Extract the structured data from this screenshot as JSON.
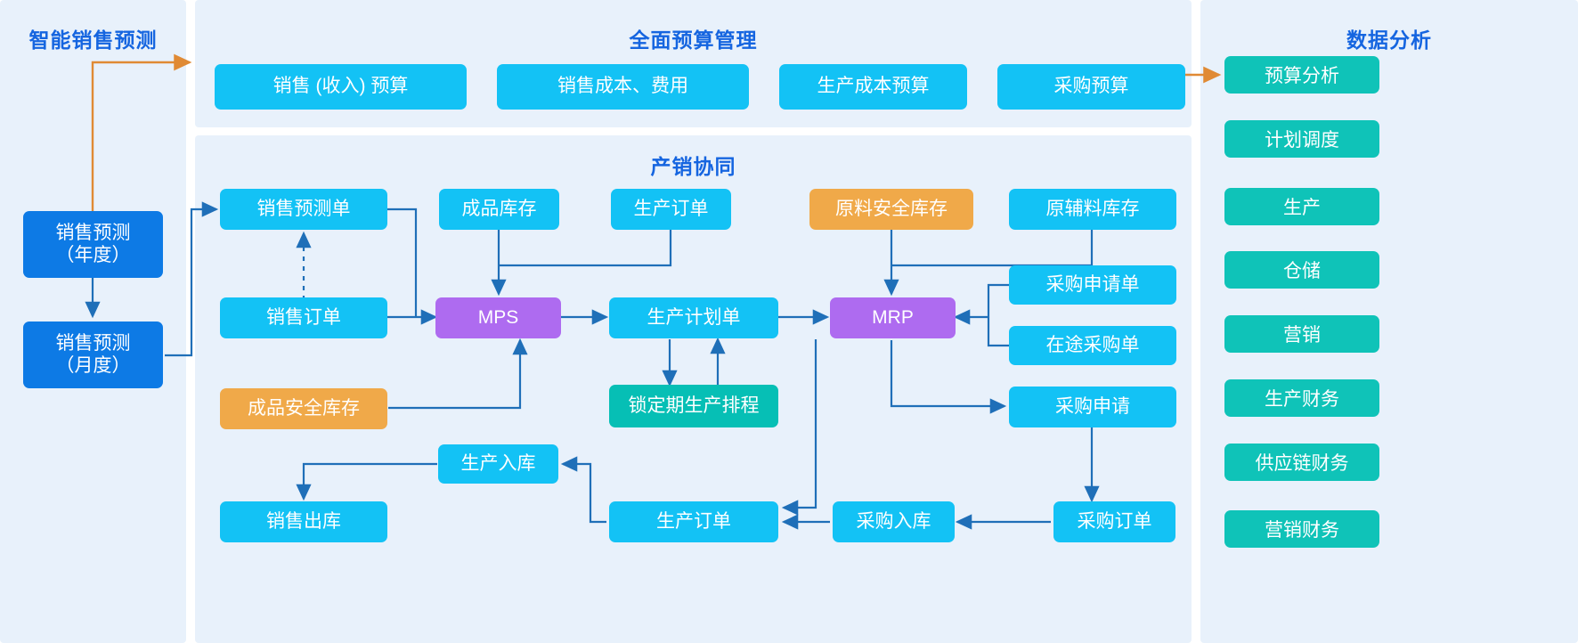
{
  "panels": {
    "forecast": {
      "title": "智能销售预测"
    },
    "budget": {
      "title": "全面预算管理"
    },
    "coordination": {
      "title": "产销协同"
    },
    "analysis": {
      "title": "数据分析"
    }
  },
  "colors": {
    "panel_bg": "#e8f1fb",
    "page_bg": "#ffffff",
    "title_blue": "#1565e0",
    "node_cyan": "#13c2f5",
    "node_blue": "#0d7ae5",
    "node_purple": "#ae6bf0",
    "node_orange": "#f0a949",
    "node_teal": "#0fc3b8",
    "wire_blue": "#1f6fb8",
    "wire_orange": "#e08a34"
  },
  "forecast_nodes": [
    {
      "id": "sf-year",
      "label": "销售预测\n（年度）"
    },
    {
      "id": "sf-month",
      "label": "销售预测\n（月度）"
    }
  ],
  "budget_nodes": [
    {
      "id": "bg-1",
      "label": "销售 (收入) 预算"
    },
    {
      "id": "bg-2",
      "label": "销售成本、费用"
    },
    {
      "id": "bg-3",
      "label": "生产成本预算"
    },
    {
      "id": "bg-4",
      "label": "采购预算"
    }
  ],
  "coordination_nodes": [
    {
      "id": "c-forecast-order",
      "label": "销售预测单"
    },
    {
      "id": "c-fg-stock",
      "label": "成品库存"
    },
    {
      "id": "c-prod-order-top",
      "label": "生产订单"
    },
    {
      "id": "c-raw-safe-stock",
      "label": "原料安全库存"
    },
    {
      "id": "c-raw-stock",
      "label": "原辅料库存"
    },
    {
      "id": "c-sales-order",
      "label": "销售订单"
    },
    {
      "id": "c-mps",
      "label": "MPS"
    },
    {
      "id": "c-prod-plan",
      "label": "生产计划单"
    },
    {
      "id": "c-mrp",
      "label": "MRP"
    },
    {
      "id": "c-purch-req-form",
      "label": "采购申请单"
    },
    {
      "id": "c-purch-intransit",
      "label": "在途采购单"
    },
    {
      "id": "c-fg-safe-stock",
      "label": "成品安全库存"
    },
    {
      "id": "c-lock-schedule",
      "label": "锁定期生产排程"
    },
    {
      "id": "c-purch-request",
      "label": "采购申请"
    },
    {
      "id": "c-prod-inbound",
      "label": "生产入库"
    },
    {
      "id": "c-sales-outbound",
      "label": "销售出库"
    },
    {
      "id": "c-prod-order-bot",
      "label": "生产订单"
    },
    {
      "id": "c-purch-inbound",
      "label": "采购入库"
    },
    {
      "id": "c-purch-order",
      "label": "采购订单"
    }
  ],
  "analysis_chips": [
    {
      "id": "an-1",
      "label": "预算分析"
    },
    {
      "id": "an-2",
      "label": "计划调度"
    },
    {
      "id": "an-3",
      "label": "生产"
    },
    {
      "id": "an-4",
      "label": "仓储"
    },
    {
      "id": "an-5",
      "label": "营销"
    },
    {
      "id": "an-6",
      "label": "生产财务"
    },
    {
      "id": "an-7",
      "label": "供应链财务"
    },
    {
      "id": "an-8",
      "label": "营销财务"
    }
  ]
}
